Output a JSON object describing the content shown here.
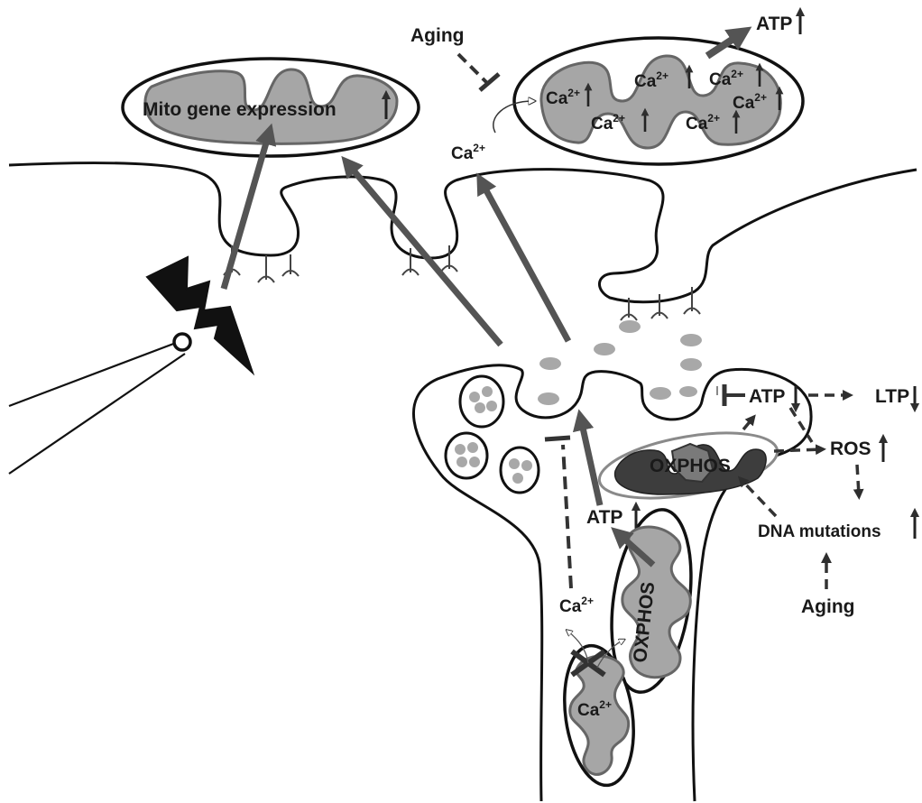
{
  "labels": {
    "mito_gene_expression": "Mito gene expression",
    "aging_top": "Aging",
    "aging_bottom": "Aging",
    "atp_top": "ATP",
    "atp_right": "ATP",
    "atp_axon": "ATP",
    "ltp": "LTP",
    "ros": "ROS",
    "dna_mutations": "DNA mutations",
    "oxphos_presyn": "OXPHOS",
    "oxphos_axon": "OXPHOS",
    "ca_base": "Ca",
    "ca_sup": "2+"
  },
  "colors": {
    "mito_fill": "#a6a6a6",
    "mito_dark_fill": "#3d3d3d",
    "arrow_gray": "#545454",
    "arrow_dark": "#2e2e2e",
    "vesicle": "#a8a8a8",
    "bolt": "#111111"
  },
  "icons": {
    "stimulus": "lightning-bolt-icon",
    "electrode": "electrode-icon",
    "block": "x-mark-icon"
  }
}
